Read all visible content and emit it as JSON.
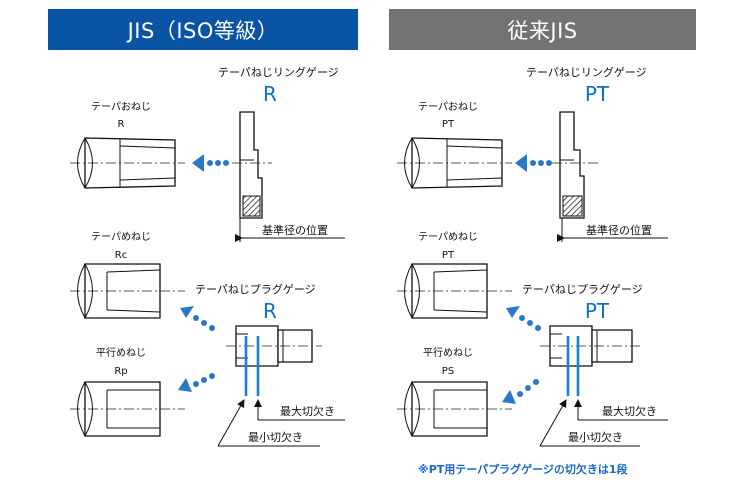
{
  "headers": {
    "left": "JIS（ISO等級）",
    "right": "従来JIS"
  },
  "left": {
    "ring_gauge_label": "テーパねじリングゲージ",
    "ring_gauge_code": "R",
    "taper_male_label": "テーパおねじ",
    "taper_male_code": "R",
    "base_diameter_label": "基準径の位置",
    "taper_female_label": "テーパめねじ",
    "taper_female_code": "Rc",
    "plug_gauge_label": "テーパねじプラグゲージ",
    "plug_gauge_code": "R",
    "parallel_female_label": "平行めねじ",
    "parallel_female_code": "Rp",
    "max_notch_label": "最大切欠き",
    "min_notch_label": "最小切欠き"
  },
  "right": {
    "ring_gauge_label": "テーパねじリングゲージ",
    "ring_gauge_code": "PT",
    "taper_male_label": "テーパおねじ",
    "taper_male_code": "PT",
    "base_diameter_label": "基準径の位置",
    "taper_female_label": "テーパめねじ",
    "taper_female_code": "PT",
    "plug_gauge_label": "テーパねじプラグゲージ",
    "plug_gauge_code": "PT",
    "parallel_female_label": "平行めねじ",
    "parallel_female_code": "PS",
    "max_notch_label": "最大切欠き",
    "min_notch_label": "最小切欠き"
  },
  "footnote": "※PT用テーパプラグゲージの切欠きは1段",
  "colors": {
    "jis_header": "#0a54a5",
    "old_header": "#737373",
    "accent_blue": "#1a7fe0"
  }
}
